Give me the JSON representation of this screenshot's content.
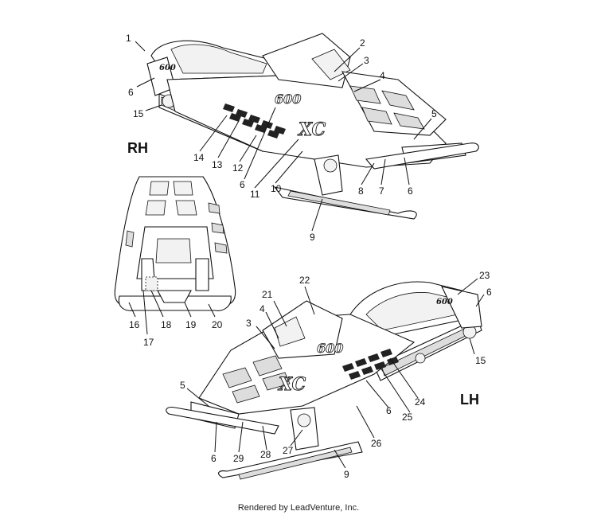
{
  "views": {
    "right": {
      "label": "RH"
    },
    "left": {
      "label": "LH"
    }
  },
  "callouts_rh": [
    "1",
    "6",
    "15",
    "14",
    "13",
    "12",
    "6",
    "11",
    "10",
    "9",
    "8",
    "7",
    "6",
    "5",
    "4",
    "3",
    "2"
  ],
  "callouts_hood": [
    "16",
    "17",
    "18",
    "19",
    "20"
  ],
  "callouts_lh": [
    "21",
    "22",
    "4",
    "3",
    "23",
    "6",
    "15",
    "24",
    "25",
    "6",
    "26",
    "27",
    "9",
    "28",
    "29",
    "6",
    "5"
  ],
  "footer": {
    "credit": "Rendered by LeadVenture, Inc."
  }
}
